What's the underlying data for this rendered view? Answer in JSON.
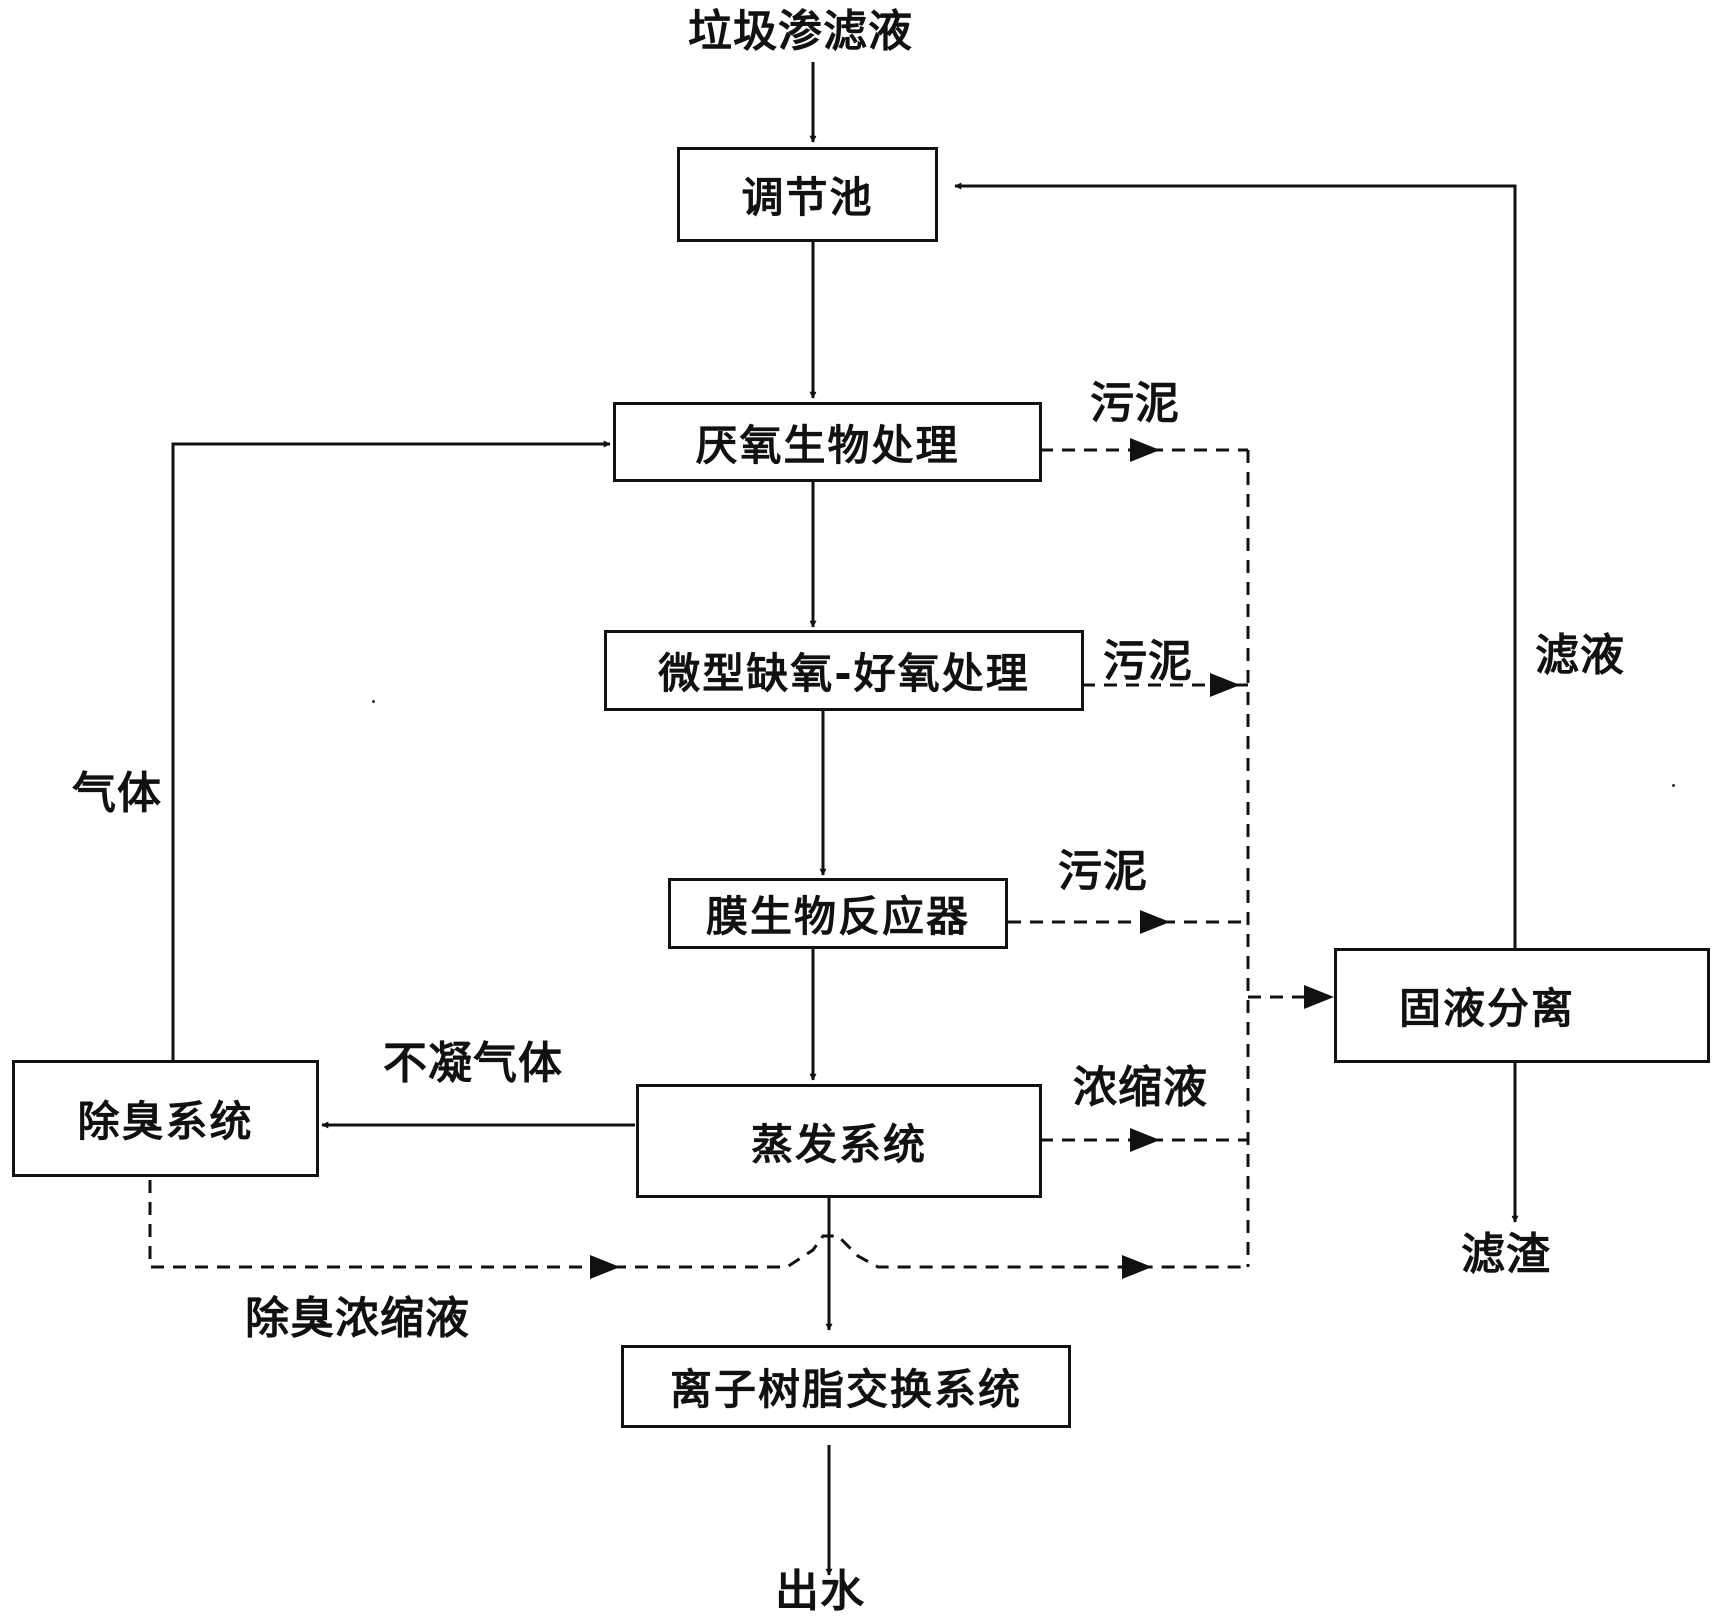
{
  "diagram": {
    "input_label": "垃圾渗滤液",
    "output_label": "出水",
    "nodes": {
      "tiaojie": "调节池",
      "anaerobic": "厌氧生物处理",
      "micro_ao": "微型缺氧-好氧处理",
      "mbr": "膜生物反应器",
      "evaporation": "蒸发系统",
      "deodor": "除臭系统",
      "ion_exchange": "离子树脂交换系统",
      "separation": "固液分离"
    },
    "edge_labels": {
      "sludge_1": "污泥",
      "sludge_2": "污泥",
      "sludge_3": "污泥",
      "concentrate": "浓缩液",
      "noncondensable_gas": "不凝气体",
      "gas": "气体",
      "deodor_concentrate": "除臭浓缩液",
      "filtrate": "滤液",
      "filter_residue": "滤渣"
    }
  }
}
